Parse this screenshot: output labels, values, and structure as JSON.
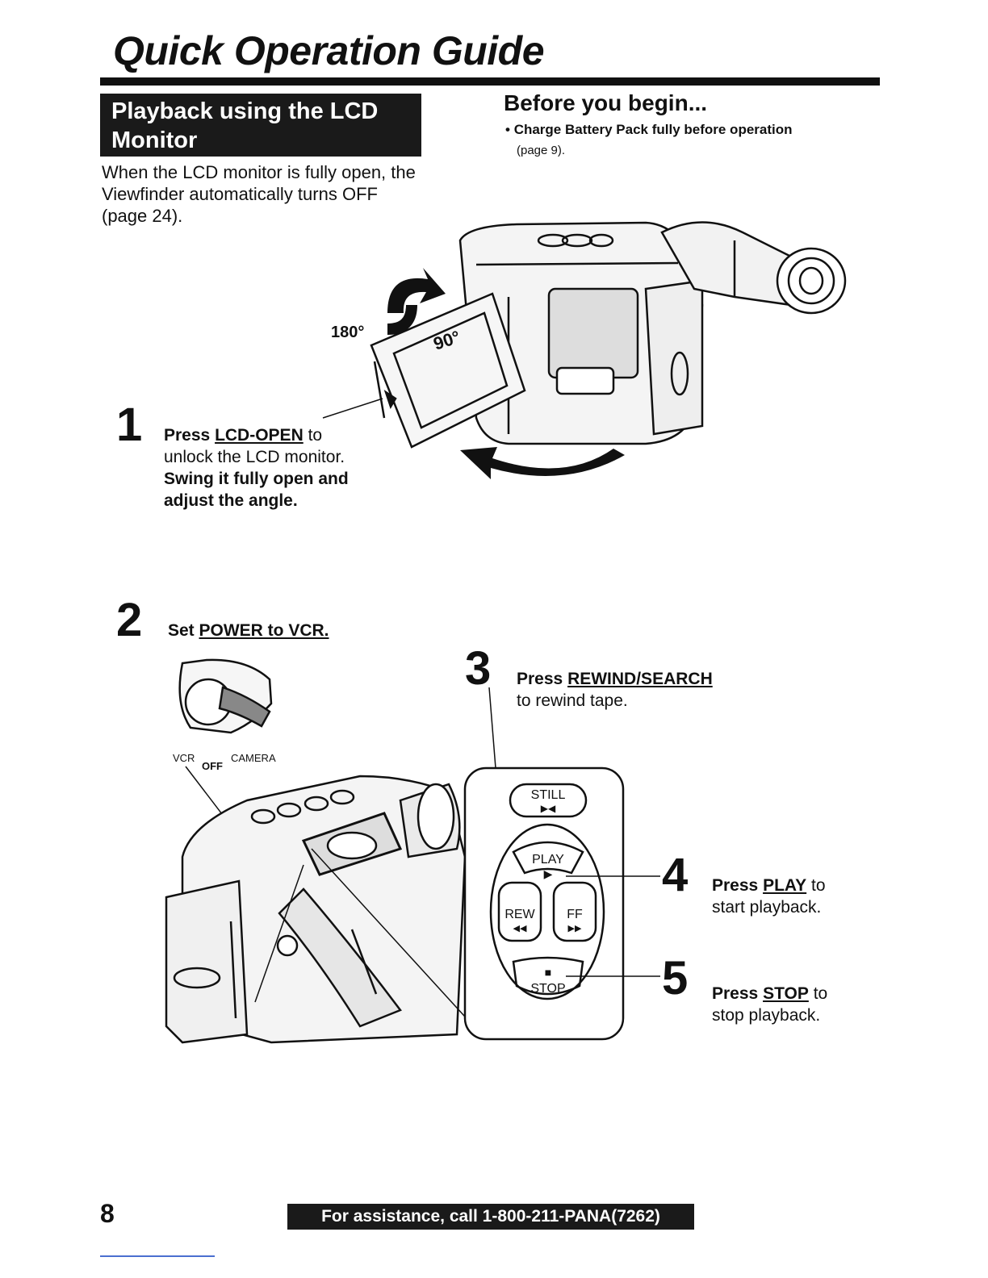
{
  "page": {
    "title": "Quick Operation Guide",
    "page_number": "8",
    "footer": "For assistance, call 1-800-211-PANA(7262)"
  },
  "section": {
    "heading_line1": "Playback using the LCD",
    "heading_line2": "Monitor",
    "intro_line1": "When the LCD monitor is fully open, the",
    "intro_line2": "Viewfinder automatically turns OFF",
    "intro_line3": "(page 24)."
  },
  "before_you_begin": {
    "title": "Before you begin...",
    "item": "Charge Battery Pack fully before operation",
    "item_page": "(page 9)."
  },
  "figure1": {
    "angle_180": "180°",
    "angle_90": "90°"
  },
  "steps": {
    "s1": {
      "number": "1",
      "prefix": "Press ",
      "key": "LCD-OPEN",
      "suffix": " to",
      "line2": "unlock the LCD monitor.",
      "line3": "Swing it fully open and",
      "line4": "adjust the angle."
    },
    "s2": {
      "number": "2",
      "prefix": "Set ",
      "key": "POWER to VCR."
    },
    "s3": {
      "number": "3",
      "prefix": "Press ",
      "key": "REWIND/SEARCH",
      "line2": "to rewind tape."
    },
    "s4": {
      "number": "4",
      "prefix": "Press ",
      "key": "PLAY",
      "suffix": " to",
      "line2": "start playback."
    },
    "s5": {
      "number": "5",
      "prefix": "Press ",
      "key": "STOP",
      "suffix": " to",
      "line2": "stop playback."
    }
  },
  "dial": {
    "vcr": "VCR",
    "off": "OFF",
    "camera": "CAMERA"
  },
  "panel": {
    "still": "STILL",
    "play": "PLAY",
    "rew": "REW",
    "ff": "FF",
    "stop": "STOP"
  }
}
